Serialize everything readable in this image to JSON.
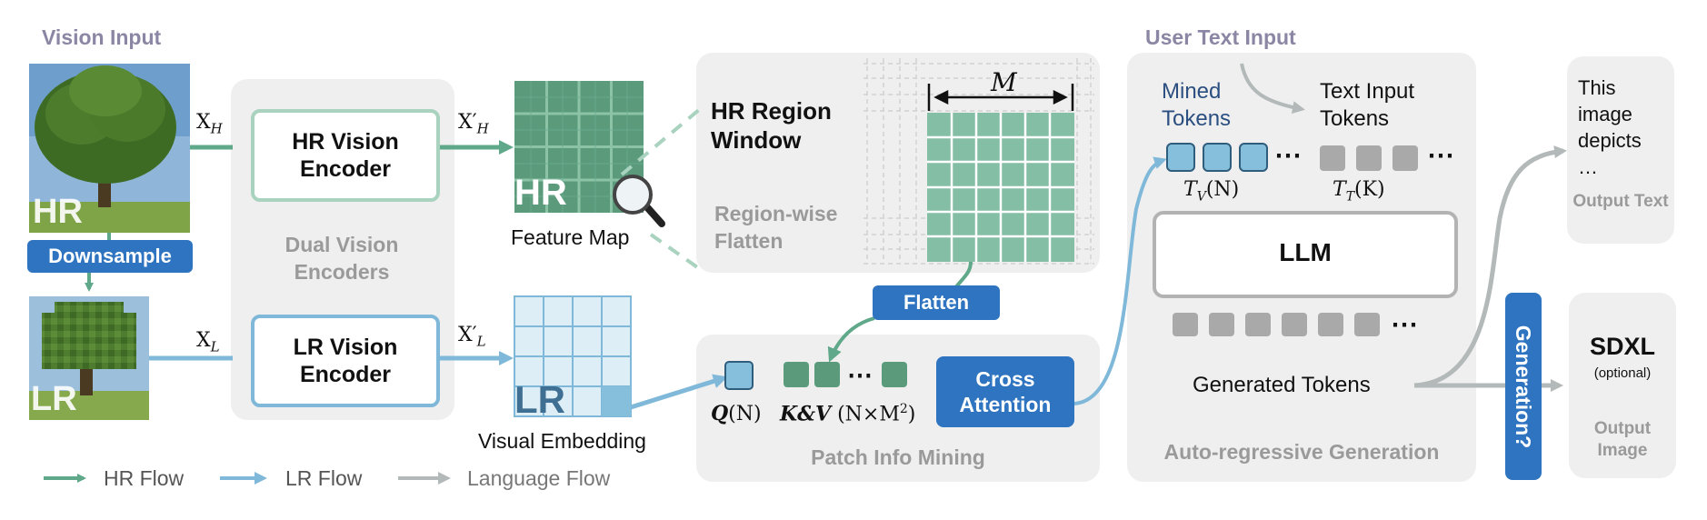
{
  "vision_input": {
    "title": "Vision Input",
    "hr_label": "HR",
    "lr_label": "LR",
    "downsample_button": "Downsample",
    "xh": "X",
    "xh_sub": "H",
    "xl": "X",
    "xl_sub": "L"
  },
  "encoders": {
    "hr_encoder": "HR Vision Encoder",
    "lr_encoder": "LR Vision Encoder",
    "group_label": "Dual Vision Encoders",
    "xh_prime": "X′",
    "xh_prime_sub": "H",
    "xl_prime": "X′",
    "xl_prime_sub": "L"
  },
  "feature_map": {
    "label": "Feature Map",
    "grid_label": "HR"
  },
  "visual_embedding": {
    "label": "Visual Embedding",
    "grid_label": "LR"
  },
  "region_window": {
    "title": "HR Region Window",
    "subtitle": "Region-wise Flatten",
    "m_label": "M",
    "flatten_button": "Flatten"
  },
  "patch_info_mining": {
    "group_label": "Patch Info Mining",
    "q_label": "Q",
    "q_arg": "(N)",
    "kv_label": "K&V",
    "kv_arg": "(N×M",
    "kv_sup": "2",
    "kv_close": ")",
    "cross_attention": "Cross Attention",
    "ellipsis": "⋯"
  },
  "llm_section": {
    "title": "User Text Input",
    "mined_tokens": "Mined Tokens",
    "text_input_tokens": "Text Input Tokens",
    "tv_label": "T",
    "tv_sub": "V",
    "tv_arg": "(N)",
    "tt_label": "T",
    "tt_sub": "T",
    "tt_arg": "(K)",
    "llm": "LLM",
    "generated_tokens": "Generated Tokens",
    "group_label": "Auto-regressive Generation",
    "ellipsis": "⋯"
  },
  "outputs": {
    "output_text_content": "This image depicts …",
    "output_text_label": "Output Text",
    "generation_button": "Generation?",
    "sdxl": "SDXL",
    "sdxl_note": "(optional)",
    "output_image_label": "Output Image"
  },
  "legend": {
    "hr_flow": "HR Flow",
    "lr_flow": "LR Flow",
    "language_flow": "Language Flow"
  },
  "colors": {
    "hr_green": "#5fa88a",
    "lr_blue": "#7fb8d8",
    "language_gray": "#b3b8b8",
    "accent_blue": "#2f74c0",
    "panel_gray": "#efefef"
  }
}
